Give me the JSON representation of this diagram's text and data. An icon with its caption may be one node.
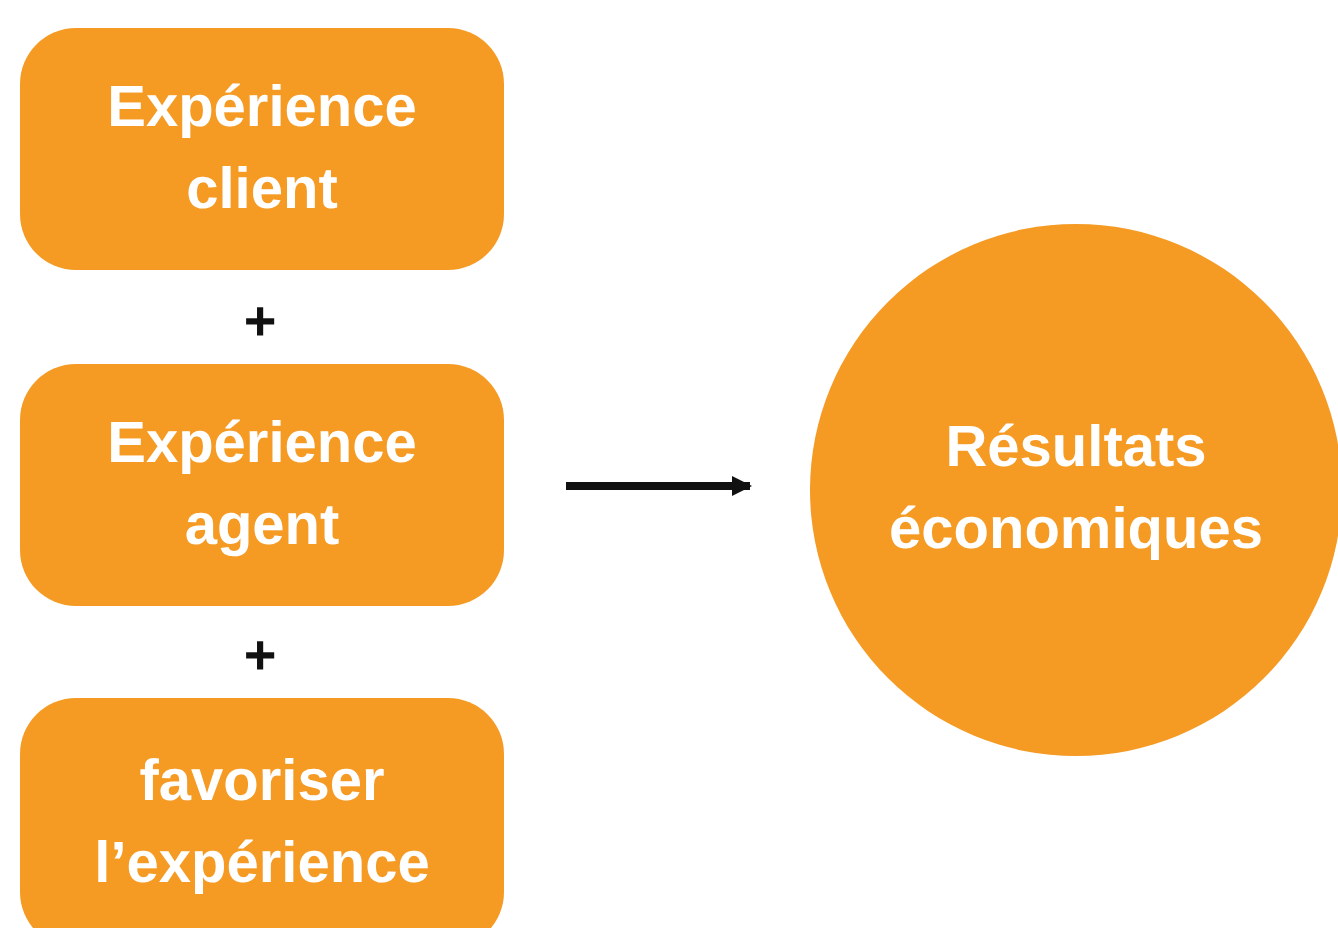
{
  "diagram": {
    "nodes": [
      {
        "text": [
          "Expérience client"
        ]
      },
      {
        "text": [
          "Expérience agent"
        ]
      },
      {
        "text": [
          "favoriser l’expérience"
        ]
      },
      {
        "text": [
          "Résultats économiques"
        ]
      }
    ],
    "edges": [
      {
        "from": 1,
        "to": 3,
        "arrow": "to"
      }
    ],
    "labels": [
      "+",
      "+"
    ]
  }
}
